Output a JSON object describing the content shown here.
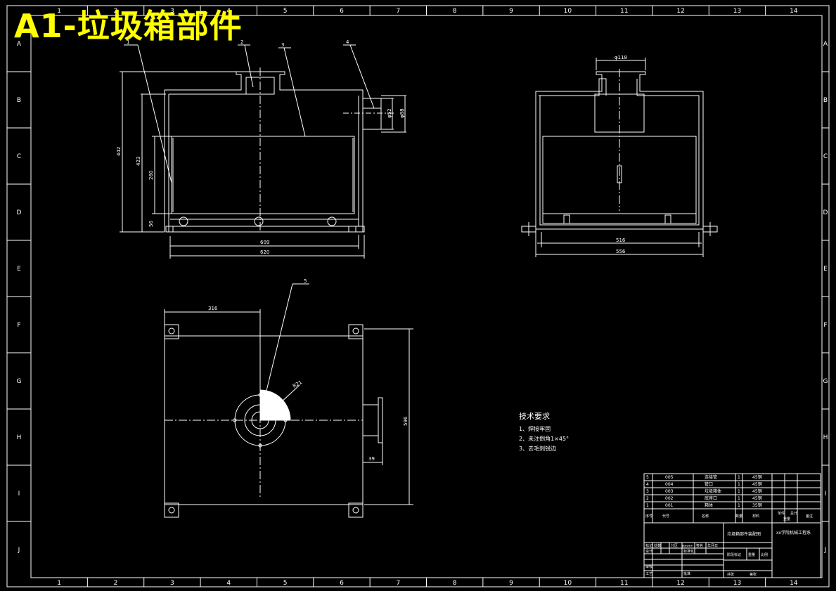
{
  "title": "A1-垃圾箱部件",
  "frame": {
    "columns": [
      "1",
      "2",
      "3",
      "4",
      "5",
      "6",
      "7",
      "8",
      "9",
      "10",
      "11",
      "12",
      "13",
      "14"
    ],
    "rows": [
      "A",
      "B",
      "C",
      "D",
      "E",
      "F",
      "G",
      "H",
      "I",
      "J"
    ]
  },
  "front_view": {
    "balloons": [
      "1",
      "2",
      "3",
      "4"
    ],
    "dims": {
      "overall_height": "442",
      "inner_height": "423",
      "bin_height": "260",
      "base_height": "56",
      "width_inner": "609",
      "width_outer": "620",
      "pipe_dia": "φ52",
      "pipe_flange": "φ88"
    }
  },
  "side_view": {
    "dims": {
      "top_pipe": "φ118",
      "inner_width": "516",
      "outer_width": "556"
    }
  },
  "top_view": {
    "balloon": "5",
    "dims": {
      "offset": "316",
      "depth": "596",
      "pipe_offset": "39",
      "radius": "R21"
    }
  },
  "technical_requirements": {
    "heading": "技术要求",
    "items": [
      "1、焊接牢固",
      "2、未注倒角1×45°",
      "3、去毛刺锐边"
    ]
  },
  "bom": {
    "rows": [
      {
        "no": "5",
        "code": "005",
        "name": "连接管",
        "qty": "1",
        "material": "45钢"
      },
      {
        "no": "4",
        "code": "004",
        "name": "管口",
        "qty": "1",
        "material": "45钢"
      },
      {
        "no": "3",
        "code": "003",
        "name": "垃圾箱体",
        "qty": "1",
        "material": "45钢"
      },
      {
        "no": "2",
        "code": "002",
        "name": "底座口",
        "qty": "1",
        "material": "45钢"
      },
      {
        "no": "1",
        "code": "001",
        "name": "箱体",
        "qty": "1",
        "material": "35钢"
      }
    ],
    "header": {
      "no": "序号",
      "code": "代号",
      "name": "名称",
      "qty": "数量",
      "material": "材料",
      "single": "单件",
      "total": "总计",
      "weight": "重量",
      "note": "备注"
    }
  },
  "title_block": {
    "drawing_name": "垃圾箱部件装配图",
    "company": "xx学院机械工程系",
    "labels": [
      "标记",
      "处数",
      "分区",
      "更改文件号",
      "签名",
      "年月日",
      "设计",
      "标准化",
      "阶段标记",
      "重量",
      "比例",
      "审核",
      "工艺",
      "批准",
      "共张",
      "第张"
    ]
  },
  "colors": {
    "line": "#ffffff",
    "title": "#ffff00",
    "background": "#000000"
  }
}
